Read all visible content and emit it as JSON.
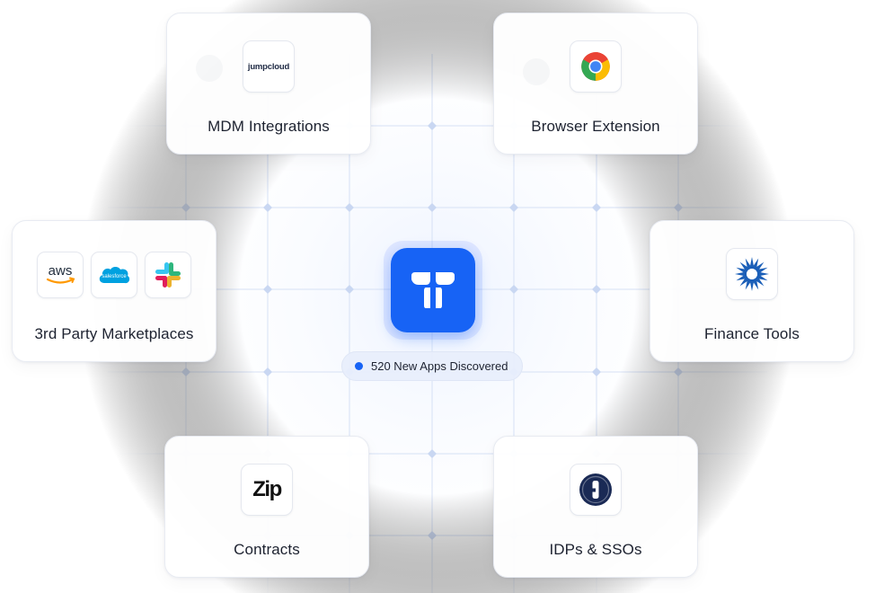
{
  "hub": {
    "logo": "hub-logo-icon",
    "status_text": "520 New Apps Discovered",
    "accent_color": "#1763f5"
  },
  "cards": {
    "mdm": {
      "label": "MDM Integrations",
      "logos": [
        {
          "name": "jumpcloud-logo",
          "text": "jumpcloud"
        }
      ]
    },
    "browser": {
      "label": "Browser Extension",
      "logos": [
        {
          "name": "chrome-logo"
        }
      ]
    },
    "marketplaces": {
      "label": "3rd Party Marketplaces",
      "logos": [
        {
          "name": "aws-logo",
          "text": "aws"
        },
        {
          "name": "salesforce-logo",
          "text": "salesforce"
        },
        {
          "name": "slack-logo"
        }
      ]
    },
    "finance": {
      "label": "Finance Tools",
      "logos": [
        {
          "name": "finance-burst-logo"
        }
      ]
    },
    "contracts": {
      "label": "Contracts",
      "logos": [
        {
          "name": "zip-logo",
          "text": "Zip"
        }
      ]
    },
    "idps": {
      "label": "IDPs & SSOs",
      "logos": [
        {
          "name": "1password-logo"
        }
      ]
    }
  },
  "colors": {
    "grid_line": "#d9e3f5",
    "card_border": "#e8ebf2",
    "text": "#1d2230"
  }
}
